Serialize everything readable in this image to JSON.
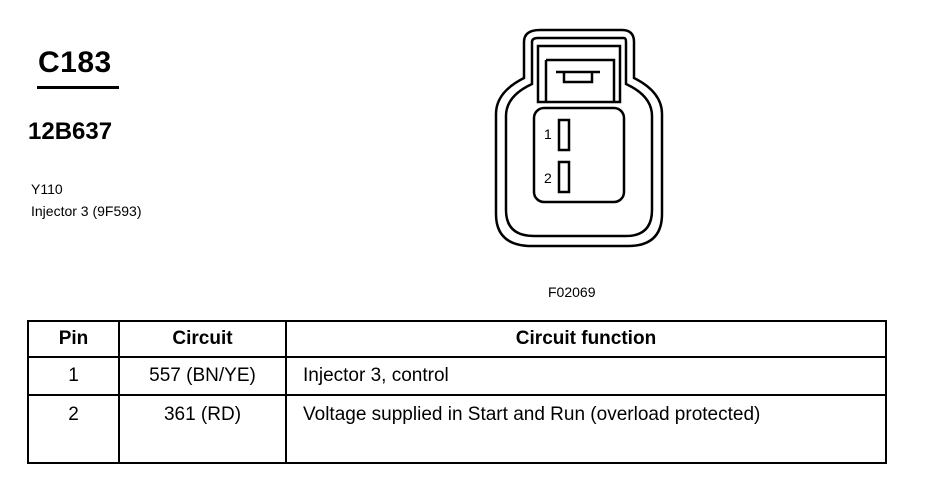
{
  "connector": {
    "id": "C183",
    "part_number": "12B637",
    "component_code": "Y110",
    "component_name": "Injector 3 (9F593)"
  },
  "diagram": {
    "pins": [
      {
        "label": "1"
      },
      {
        "label": "2"
      }
    ],
    "figure_number": "F02069"
  },
  "table": {
    "headers": {
      "pin": "Pin",
      "circuit": "Circuit",
      "function": "Circuit function"
    },
    "rows": [
      {
        "pin": "1",
        "circuit": "557 (BN/YE)",
        "function": "Injector 3, control"
      },
      {
        "pin": "2",
        "circuit": "361 (RD)",
        "function": "Voltage supplied in Start and Run (overload protected)"
      }
    ]
  }
}
